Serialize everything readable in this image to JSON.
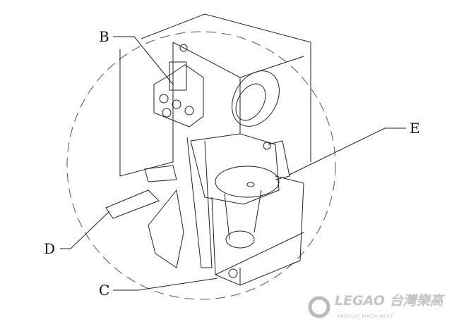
{
  "callouts": {
    "B": "B",
    "C": "C",
    "D": "D",
    "E": "E"
  },
  "logo": {
    "brand": "LEGAO",
    "chinese": "台灣樂高",
    "tagline": "PRECISE MACHINERY"
  }
}
